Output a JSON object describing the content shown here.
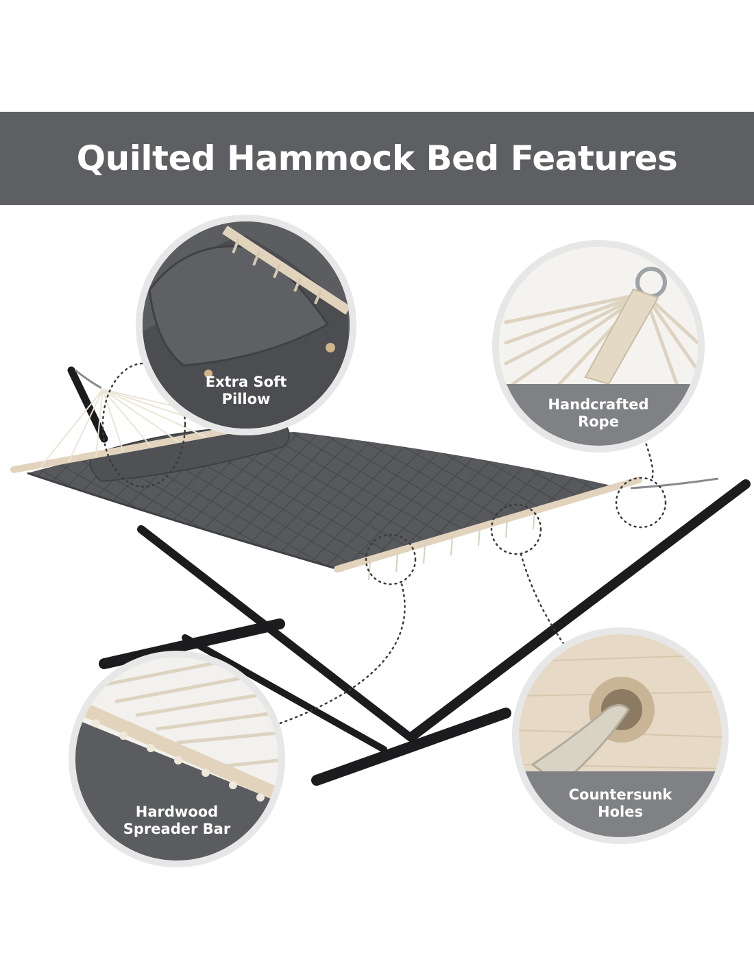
{
  "banner": {
    "title": "Quilted Hammock Bed Features"
  },
  "features": [
    {
      "id": "pillow",
      "line1": "Extra Soft",
      "line2": "Pillow"
    },
    {
      "id": "rope",
      "line1": "Handcrafted",
      "line2": "Rope"
    },
    {
      "id": "spreader",
      "line1": "Hardwood",
      "line2": "Spreader Bar"
    },
    {
      "id": "holes",
      "line1": "Countersunk",
      "line2": "Holes"
    }
  ],
  "colors": {
    "banner": "#5e5f62",
    "fabric": "#55575a",
    "frame": "#1c1c1e",
    "wood": "#e2d3bd",
    "rope": "#e9e2d2",
    "ring": "#e7e7e8"
  }
}
